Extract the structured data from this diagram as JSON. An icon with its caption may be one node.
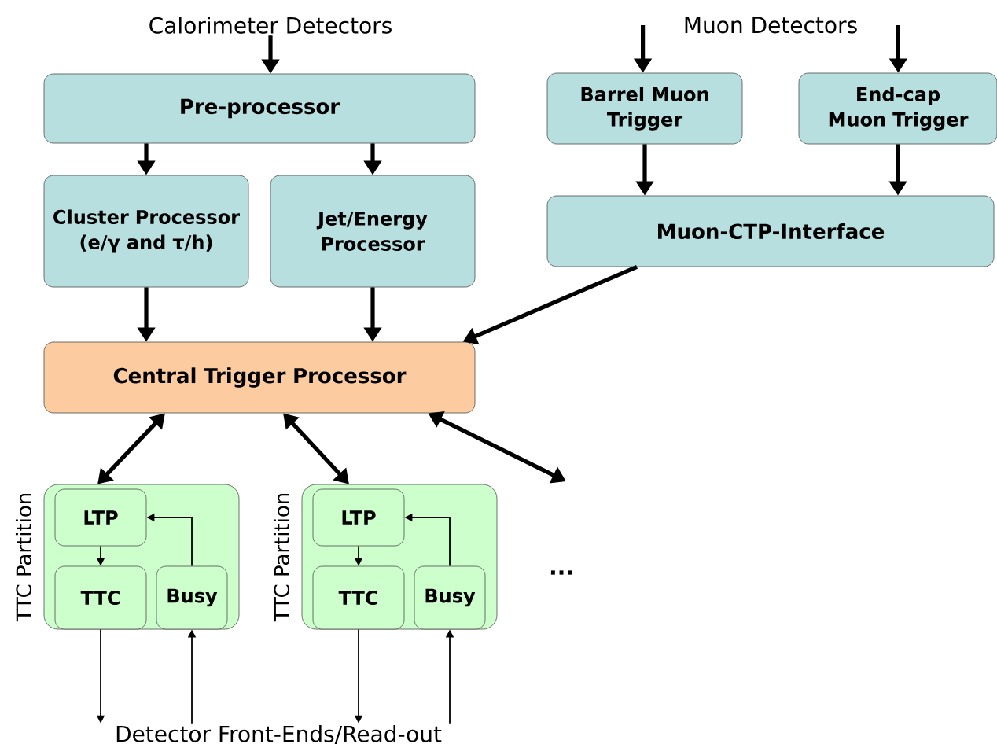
{
  "diagram": {
    "nodes": [
      {
        "text": [
          "Calorimeter Detectors"
        ]
      },
      {
        "text": [
          "Muon Detectors"
        ]
      },
      {
        "text": [
          "Pre-processor"
        ]
      },
      {
        "text": [
          "Cluster Processor (e/γ and τ/h)"
        ]
      },
      {
        "text": [
          "Jet/Energy Processor"
        ]
      },
      {
        "text": [
          "Barrel Muon Trigger"
        ]
      },
      {
        "text": [
          "End-cap Muon Trigger"
        ]
      },
      {
        "text": [
          "Muon-CTP-Interface"
        ]
      },
      {
        "text": [
          "Central Trigger Processor"
        ]
      },
      {
        "text": [
          "TTC Partition"
        ]
      },
      {
        "text": [
          "LTP"
        ],
        "in": 9
      },
      {
        "text": [
          "TTC"
        ],
        "in": 9
      },
      {
        "text": [
          "Busy"
        ],
        "in": 9
      },
      {
        "text": [
          "TTC Partition"
        ]
      },
      {
        "text": [
          "LTP"
        ],
        "in": 13
      },
      {
        "text": [
          "TTC"
        ],
        "in": 13
      },
      {
        "text": [
          "Busy"
        ],
        "in": 13
      },
      {
        "text": [
          "Detector Front-Ends/Read-out"
        ]
      }
    ],
    "edges": [
      {
        "from": 0,
        "to": 2,
        "arrow": "to"
      },
      {
        "from": 1,
        "to": 5,
        "arrow": "to"
      },
      {
        "from": 1,
        "to": 6,
        "arrow": "to"
      },
      {
        "from": 2,
        "to": 3,
        "arrow": "to"
      },
      {
        "from": 2,
        "to": 4,
        "arrow": "to"
      },
      {
        "from": 3,
        "to": 8,
        "arrow": "to"
      },
      {
        "from": 4,
        "to": 8,
        "arrow": "to"
      },
      {
        "from": 5,
        "to": 7,
        "arrow": "to"
      },
      {
        "from": 6,
        "to": 7,
        "arrow": "to"
      },
      {
        "from": 7,
        "to": 8,
        "arrow": "to"
      },
      {
        "from": 8,
        "to": 9,
        "arrow": "both"
      },
      {
        "from": 8,
        "to": 13,
        "arrow": "both"
      },
      {
        "from": 8,
        "to": null,
        "arrow": "both"
      },
      {
        "from": 10,
        "to": 11,
        "arrow": "to"
      },
      {
        "from": 12,
        "to": 10,
        "arrow": "to"
      },
      {
        "from": 11,
        "to": 17,
        "arrow": "to"
      },
      {
        "from": 17,
        "to": 12,
        "arrow": "to"
      },
      {
        "from": 14,
        "to": 15,
        "arrow": "to"
      },
      {
        "from": 16,
        "to": 14,
        "arrow": "to"
      },
      {
        "from": 15,
        "to": 17,
        "arrow": "to"
      },
      {
        "from": 17,
        "to": 16,
        "arrow": "to"
      }
    ],
    "labels": [
      "..."
    ]
  }
}
